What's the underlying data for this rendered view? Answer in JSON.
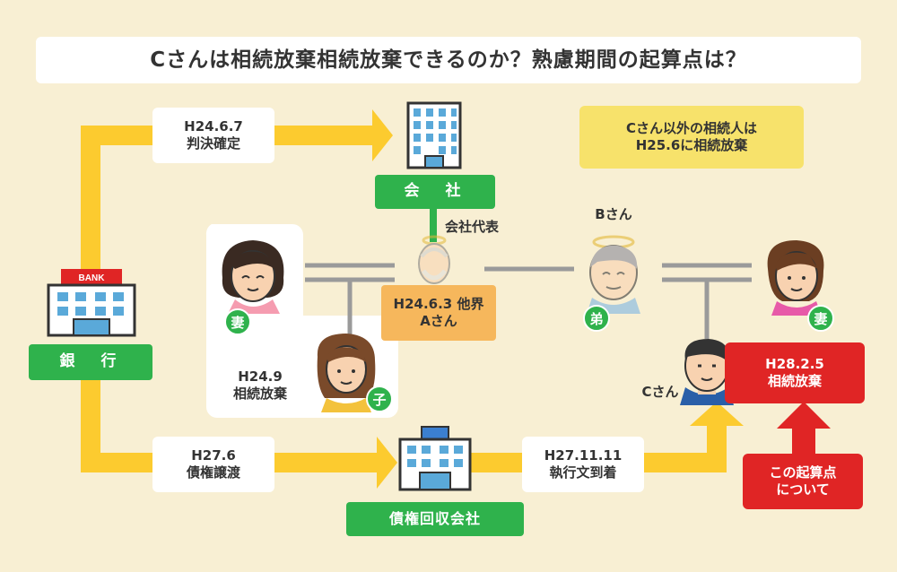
{
  "title": "Cさんは相続放棄相続放棄できるのか？熟慮期間の起算点は？",
  "entities": {
    "bank": "銀　行",
    "bank_sign": "BANK",
    "company": "会　社",
    "collector": "債権回収会社",
    "company_rep": "会社代表"
  },
  "events": {
    "judgment": "H24.6.7\n判決確定",
    "transfer": "H27.6\n債権譲渡",
    "execution": "H27.11.11\n執行文到着",
    "death": "H24.6.3 他界\nAさん",
    "renounce_family": "H24.9\n相続放棄",
    "others_renounce": "Cさん以外の相続人は\nH25.6に相続放棄",
    "c_renounce": "H28.2.5\n相続放棄",
    "question": "この起算点\nについて"
  },
  "people": {
    "wife_a": "妻",
    "child": "子",
    "brother": "弟",
    "b_name": "Bさん",
    "c_name": "Cさん",
    "wife_c": "妻"
  },
  "colors": {
    "background": "#f8efd3",
    "arrow": "#fccb2f",
    "green": "#2fb24c",
    "red": "#e02525",
    "orange": "#f6b75c",
    "yellow": "#f7e26b"
  }
}
